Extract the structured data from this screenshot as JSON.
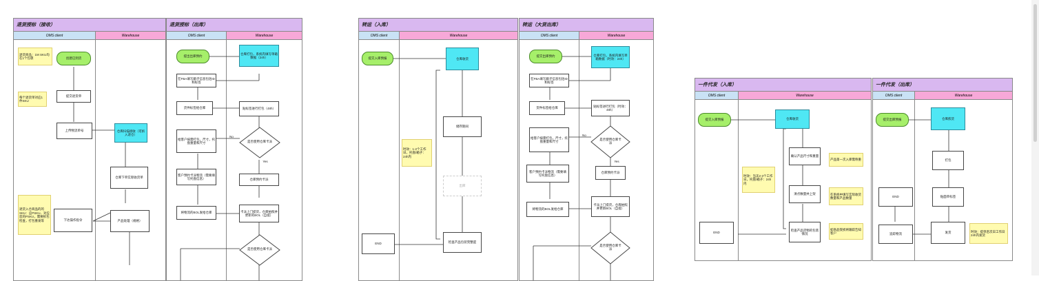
{
  "panels": [
    {
      "title": "退货授标（接收）",
      "oms": "OMS client",
      "wh": "Warehouse",
      "nodes": [
        "退货商品：1M SKU均在1个包裹",
        "创建已到货",
        "每个退货单对应1件SKU",
        "提交退货单",
        "上传物流单号",
        "仓库扫描接收（可拆入退仓）",
        "仓库下单实际收货单",
        "退货入仓商品的的SKU：应PSKU、对应 您的PSKU，需要拆包检查，打包重发等",
        "下达操作指令",
        "产品处理（规格）"
      ]
    },
    {
      "title": "退货授标（出库）",
      "oms": "OMS client",
      "wh": "Warehouse",
      "nodes": [
        "提出出库预约",
        "仓库打包，系统内填写单箱数据（24h）",
        "在FBA填写箱子信息包括ID和标签",
        "货件标签给仓库",
        "贴标签进行打包（48h）",
        "给客户按需打包，尺寸，托盘重量和尺寸",
        "是否使用仓库卡派",
        "客户预约卡派物流（需要填写托盘信息）",
        "仓库预约卡派",
        "将物流的BOL发给仓库",
        "卡派上门提货，仓库拍照并更新的BOL（自提）",
        "是否使用仓库卡派",
        "No",
        "Yes"
      ]
    },
    {
      "title": "转运（入库）",
      "oms": "OMS client",
      "wh": "Warehouse",
      "nodes": [
        "提交入库预报",
        "仓库收货",
        "时效：1-2个工作日，托盘/箱子：24h内",
        "储存期间",
        "出库",
        "END",
        "检查产品包装完整度"
      ]
    },
    {
      "title": "转运（大货出库）",
      "oms": "OMS client",
      "wh": "Warehouse",
      "nodes": [
        "提交出库预约",
        "仓库打包，系统内填写单箱数据（时效：24h）",
        "在FBA填写箱子信息包括ID和标签",
        "货件标签给仓库",
        "贴标签进行打包（时效：48h）",
        "给客户按需打包，尺寸，托盘重量和尺寸",
        "是否使用仓库卡派",
        "客户预约卡派物流（需要填写托盘信息）",
        "仓库预约卡派",
        "将物流的BOL发给仓库",
        "卡派上门提货，仓库拍照并更新BOL（自提）",
        "是否使用仓库卡派",
        "No",
        "Yes"
      ]
    },
    {
      "title": "一件代发（入库）",
      "oms": "OMS client",
      "wh": "Warehouse",
      "nodes": [
        "提交入库预报",
        "仓库收货",
        "确认产品尺寸和重量",
        "产品第一次入库需称重",
        "清点数量并上架",
        "在系统中填写实际收货数量和产品数量",
        "检查产品货物的包装情况",
        "如商品受损将跟踪告知客户",
        "时效：当天2-3个工作日，托盘/箱子：24h内",
        "END"
      ]
    },
    {
      "title": "一件代发（出库）",
      "oms": "OMS client",
      "wh": "Warehouse",
      "nodes": [
        "提交出库预报",
        "仓库拣货",
        "打包",
        "END",
        "贴面单标签",
        "追踪物流",
        "发货",
        "时效：提单后次日工作日24h内发货"
      ]
    }
  ]
}
